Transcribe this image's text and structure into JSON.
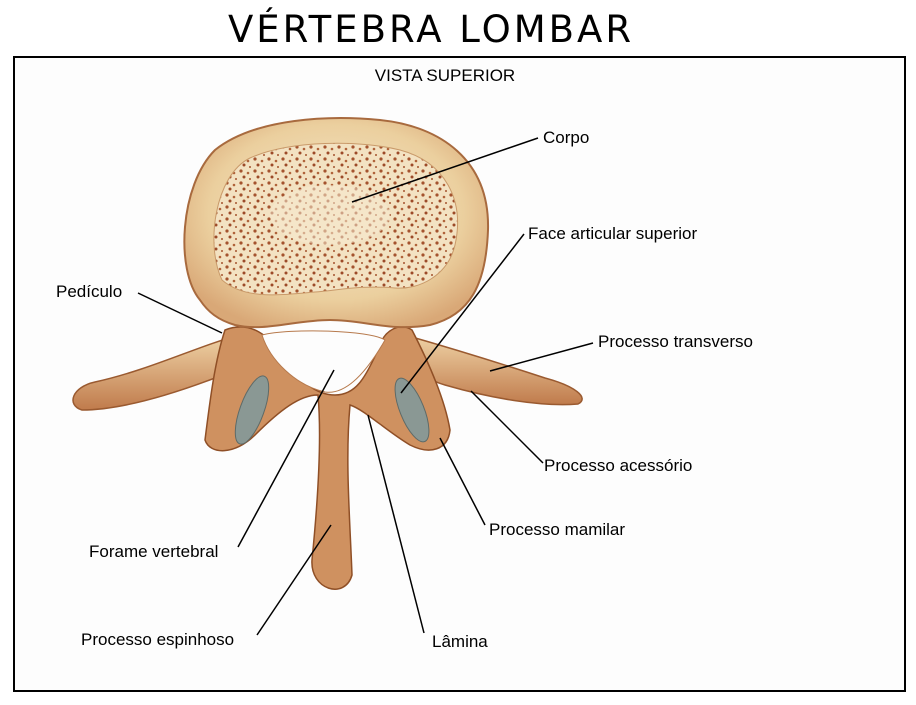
{
  "title": "VÉRTEBRA LOMBAR",
  "subtitle": "VISTA SUPERIOR",
  "labels": {
    "corpo": "Corpo",
    "face_articular": "Face articular superior",
    "pediculo": "Pedículo",
    "processo_transverso": "Processo transverso",
    "processo_acessorio": "Processo acessório",
    "processo_mamilar": "Processo mamilar",
    "forame_vertebral": "Forame vertebral",
    "processo_espinhoso": "Processo espinhoso",
    "lamina": "Lâmina"
  },
  "colors": {
    "bone_outer": "#c98b5a",
    "bone_light": "#f1dcb4",
    "cancellous": "#a4532e",
    "cartilage": "#8a9894",
    "line": "#000000"
  }
}
